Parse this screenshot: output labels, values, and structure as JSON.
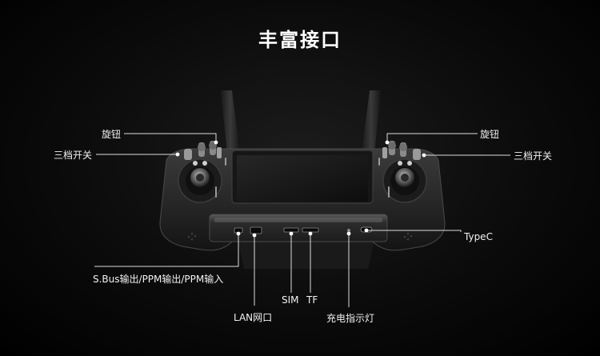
{
  "title": "丰富接口",
  "callouts": {
    "knob_left": "旋钮",
    "switch_left": "三档开关",
    "knob_right": "旋钮",
    "switch_right": "三档开关",
    "typec": "TypeC",
    "sbus": "S.Bus输出/PPM输出/PPM输入",
    "lan": "LAN网口",
    "sim": "SIM",
    "tf": "TF",
    "led": "充电指示灯"
  },
  "colors": {
    "background": "#000000",
    "body": "#2a2a2a",
    "callout_line": "#dcdcdc"
  }
}
